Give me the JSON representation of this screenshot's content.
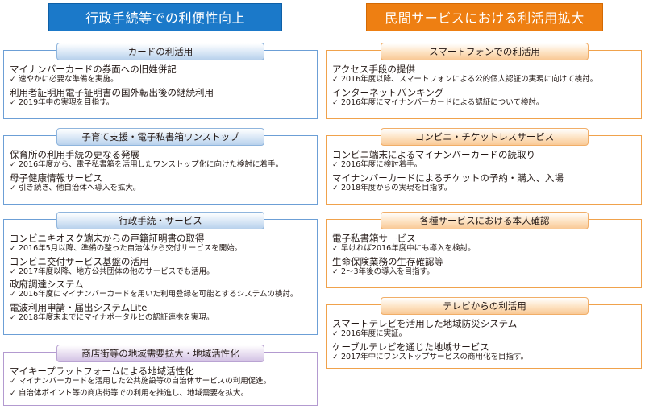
{
  "headers": {
    "left": "行政手続等での利便性向上",
    "right": "民間サービスにおける利活用拡大"
  },
  "check_icon": "✓",
  "left_sections": [
    {
      "title": "カードの利活用",
      "items": [
        {
          "title": "マイナンバーカードの券面への旧姓併記",
          "details": [
            "速やかに必要な準備を実施。"
          ]
        },
        {
          "title": "利用者証明用電子証明書の国外転出後の継続利用",
          "details": [
            "2019年中の実現を目指す。"
          ]
        }
      ]
    },
    {
      "title": "子育て支援・電子私書箱ワンストップ",
      "items": [
        {
          "title": "保育所の利用手続の更なる発展",
          "details": [
            "2016年度から、電子私書箱を活用したワンストップ化に向けた検討に着手。"
          ]
        },
        {
          "title": "母子健康情報サービス",
          "details": [
            "引き続き、他自治体へ導入を拡大。"
          ]
        }
      ]
    },
    {
      "title": "行政手続・サービス",
      "items": [
        {
          "title": "コンビニキオスク端末からの戸籍証明書の取得",
          "details": [
            "2016年5月以降、準備の整った自治体から交付サービスを開始。"
          ]
        },
        {
          "title": "コンビニ交付サービス基盤の活用",
          "details": [
            "2017年度以降、地方公共団体の他のサービスでも活用。"
          ]
        },
        {
          "title": "政府調達システム",
          "details": [
            "2016年度にマイナンバーカードを用いた利用登録を可能とするシステムの検討。"
          ]
        },
        {
          "title": "電波利用申請・届出システムLite",
          "details": [
            "2018年度末までにマイナポータルとの認証連携を実現。"
          ]
        }
      ]
    },
    {
      "title": "商店街等の地域需要拡大・地域活性化",
      "items": [
        {
          "title": "マイキープラットフォームによる地域活性化",
          "details": [
            "マイナンバーカードを活用した公共施設等の自治体サービスの利用促進。",
            "自治体ポイント等の商店街等での利用を推進し、地域需要を拡大。"
          ]
        }
      ]
    }
  ],
  "right_sections": [
    {
      "title": "スマートフォンでの利活用",
      "items": [
        {
          "title": "アクセス手段の提供",
          "details": [
            "2016年度以降、スマートフォンによる公的個人認証の実現に向けて検討。"
          ]
        },
        {
          "title": "インターネットバンキング",
          "details": [
            "2016年度にマイナンバーカードによる認証について検討。"
          ]
        }
      ]
    },
    {
      "title": "コンビニ・チケットレスサービス",
      "items": [
        {
          "title": "コンビニ端末によるマイナンバーカードの読取り",
          "details": [
            "2016年度に検討着手。"
          ]
        },
        {
          "title": "マイナンバーカードによるチケットの予約・購入、入場",
          "details": [
            "2018年度からの実現を目指す。"
          ]
        }
      ]
    },
    {
      "title": "各種サービスにおける本人確認",
      "items": [
        {
          "title": "電子私書箱サービス",
          "details": [
            "早ければ2016年度中にも導入を検討。"
          ]
        },
        {
          "title": "生命保険業務の生存確認等",
          "details": [
            "2～3年後の導入を目指す。"
          ]
        }
      ]
    },
    {
      "title": "テレビからの利活用",
      "items": [
        {
          "title": "スマートテレビを活用した地域防災システム",
          "details": [
            "2016年度に実証。"
          ]
        },
        {
          "title": "ケーブルテレビを通じた地域サービス",
          "details": [
            "2017年中にワンストップサービスの商用化を目指す。"
          ]
        }
      ]
    }
  ]
}
